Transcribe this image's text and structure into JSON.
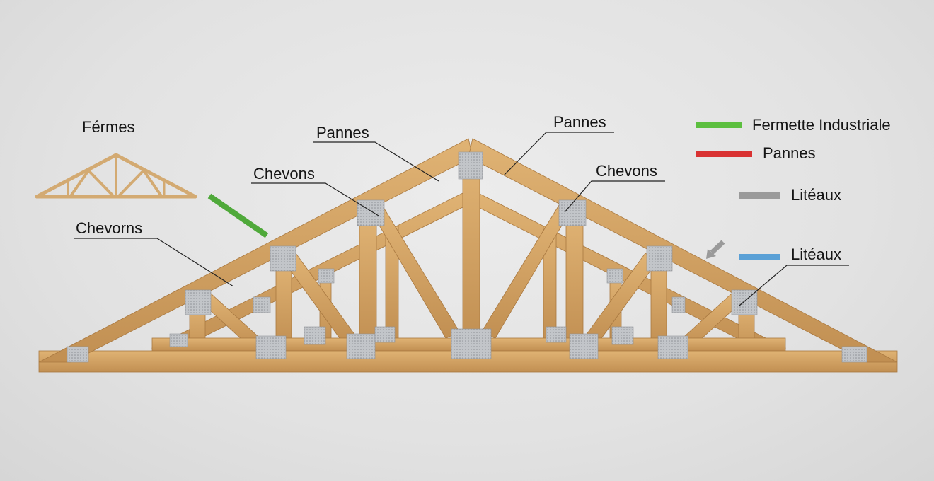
{
  "mini_truss": {
    "title": "Férmes"
  },
  "labels": {
    "pannes_left": "Pannes",
    "pannes_right": "Pannes",
    "chevons_left": "Chevons",
    "chevons_right": "Chevons",
    "chevorns": "Chevorns",
    "liteaux_callout": "Litéaux"
  },
  "legend": [
    {
      "label": "Fermette Industriale",
      "color": "#5cbf3f"
    },
    {
      "label": "Pannes",
      "color": "#d93232"
    },
    {
      "label": "Litéaux",
      "color": "#9a9a9a"
    },
    {
      "label": "Litéaux",
      "color": "#5aa0d6"
    }
  ],
  "colors": {
    "wood": "#d6a565",
    "wood_dark": "#b9864a",
    "plate": "#b9bcc0"
  }
}
